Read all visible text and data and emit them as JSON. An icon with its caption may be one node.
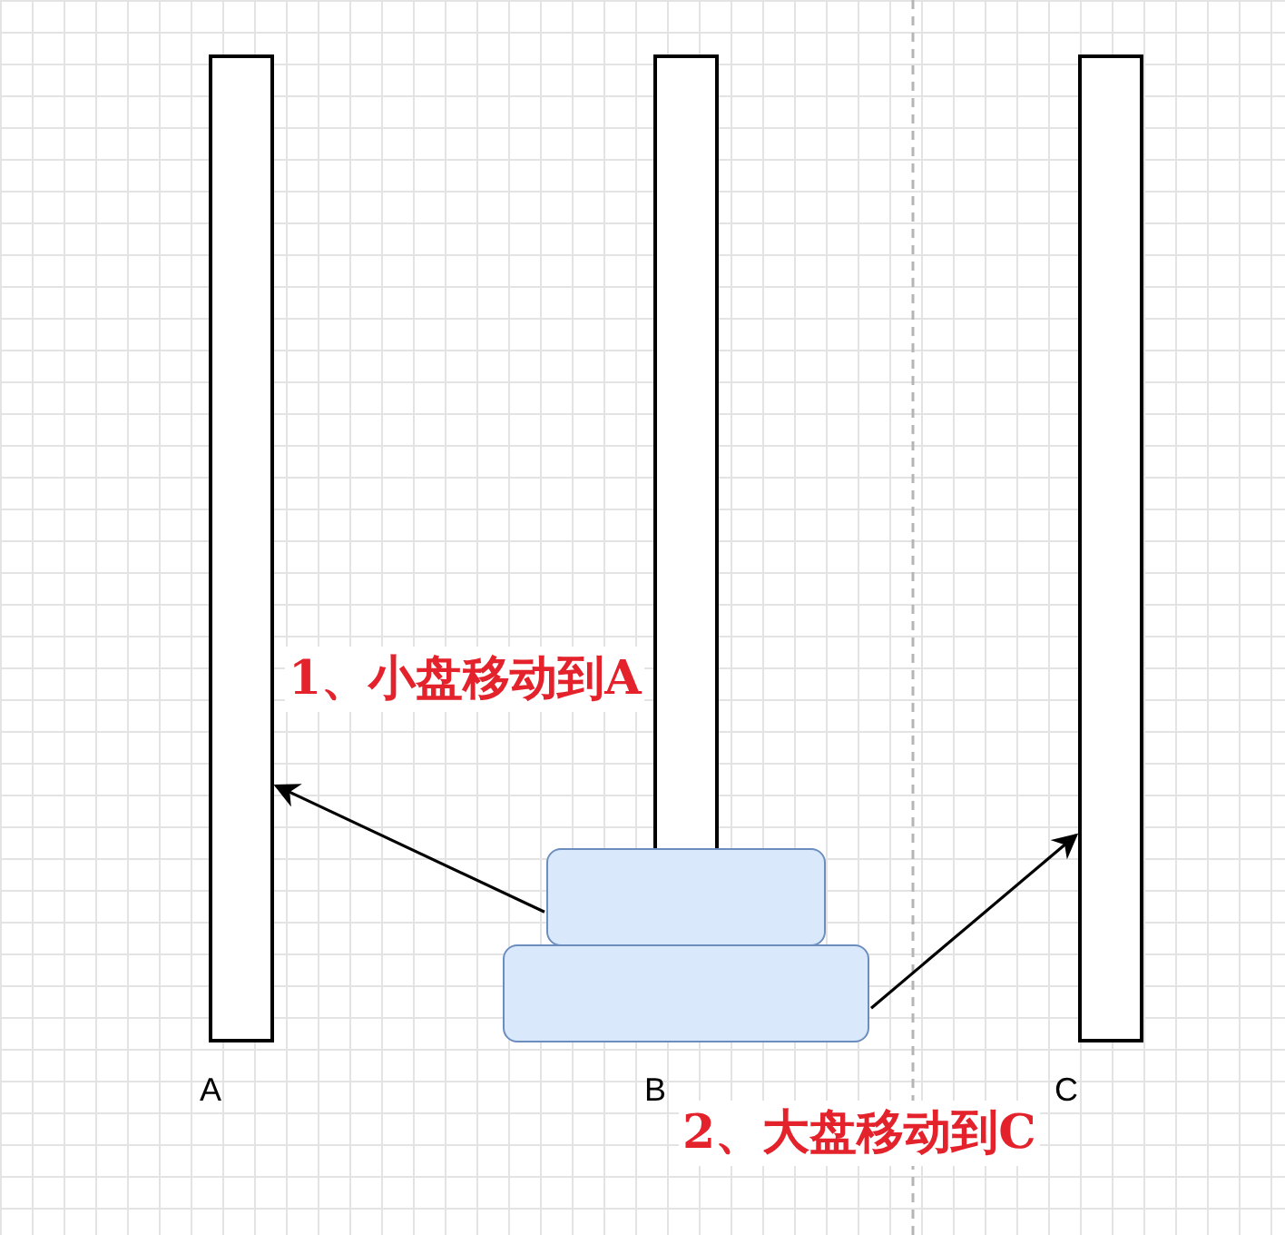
{
  "diagram": {
    "nodes": [
      {
        "text": [
          "A"
        ]
      },
      {
        "text": [
          "B"
        ]
      },
      {
        "text": [
          "C"
        ]
      },
      {
        "text": [],
        "shape": "box"
      },
      {
        "text": [],
        "shape": "box"
      }
    ],
    "edges": [
      {
        "from": 3,
        "to": 0,
        "arrow": "to",
        "label": "1、小盘移动到A"
      },
      {
        "from": 4,
        "to": 2,
        "arrow": "to",
        "label": "2、大盘移动到C"
      }
    ]
  }
}
